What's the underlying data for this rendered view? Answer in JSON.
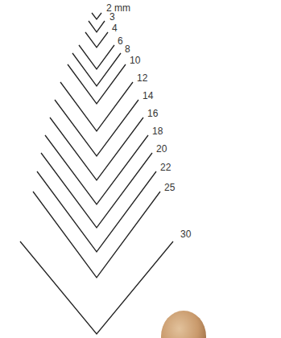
{
  "diagram": {
    "labels": [
      "2 mm",
      "3",
      "4",
      "6",
      "8",
      "10",
      "12",
      "14",
      "16",
      "18",
      "20",
      "22",
      "25",
      "30"
    ]
  }
}
